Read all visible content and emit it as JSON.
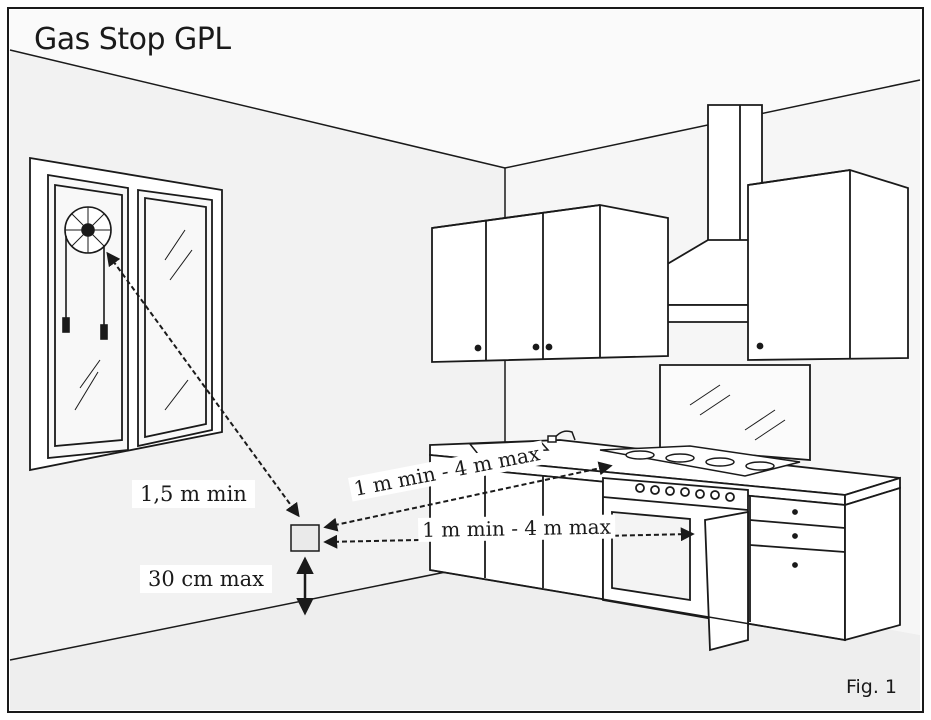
{
  "title": "Gas Stop GPL",
  "figure_label": "Fig. 1",
  "labels": {
    "window_distance": "1,5 m min",
    "floor_height": "30 cm max",
    "hob_distance": "1 m min - 4 m max",
    "oven_distance": "1 m min - 4 m max"
  },
  "colors": {
    "line": "#1a1a1a",
    "wall": "#f2f2f2",
    "floor": "#eeeeee",
    "ceiling": "#fafafa",
    "furniture": "#ffffff"
  }
}
